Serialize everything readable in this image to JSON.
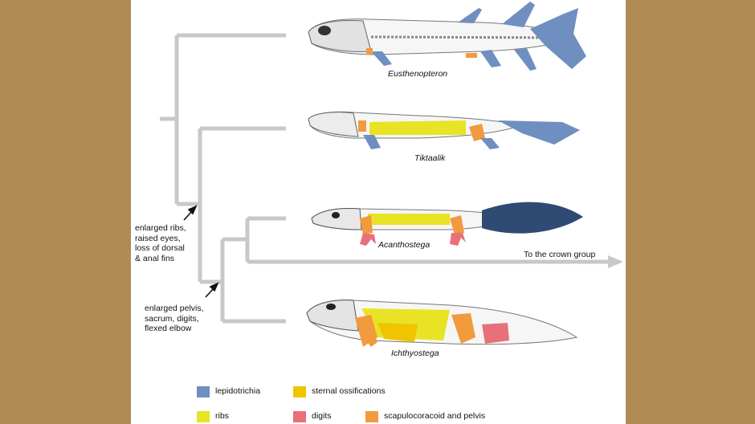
{
  "colors": {
    "background": "#b08a53",
    "panel": "#ffffff",
    "tree_line": "#c8c8c8",
    "lepidotrichia": "#6f8fc1",
    "sternal_ossifications": "#f0c400",
    "ribs": "#e9e325",
    "digits": "#e8707a",
    "scapulocoracoid_and_pelvis": "#f29a3e",
    "bone_outline": "#777777",
    "dark_fin": "#2f4a73"
  },
  "taxa": [
    {
      "name": "Eusthenopteron"
    },
    {
      "name": "Tiktaalik"
    },
    {
      "name": "Acanthostega"
    },
    {
      "name": "Ichthyostega"
    }
  ],
  "annotations": [
    {
      "text": "enlarged ribs,\nraised eyes,\nloss of dorsal\n& anal fins"
    },
    {
      "text": "enlarged pelvis,\nsacrum, digits,\nflexed elbow"
    }
  ],
  "crown_label": "To the crown group",
  "legend": [
    {
      "label": "lepidotrichia",
      "color": "#6f8fc1"
    },
    {
      "label": "sternal ossifications",
      "color": "#f0c400"
    },
    {
      "label": "ribs",
      "color": "#e9e325"
    },
    {
      "label": "digits",
      "color": "#e8707a"
    },
    {
      "label": "scapulocoracoid and pelvis",
      "color": "#f29a3e"
    }
  ]
}
